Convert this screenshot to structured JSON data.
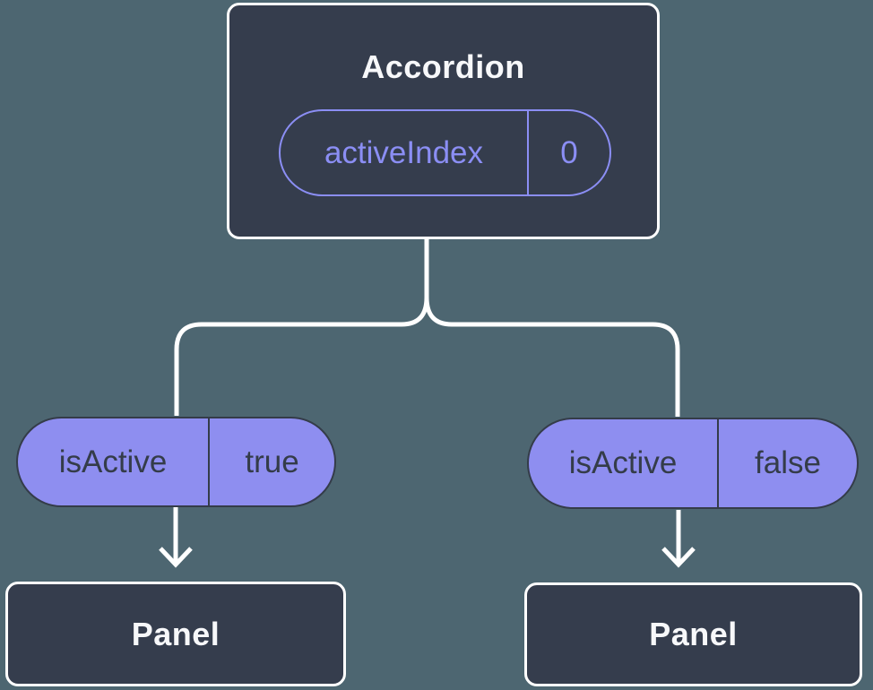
{
  "colors": {
    "background": "#4d6671",
    "node_fill": "#353d4d",
    "node_border": "#ffffff",
    "accent_purple": "#8b8ef4",
    "pill_fill": "#8e8ef0",
    "pill_text_dark": "#343c49",
    "text_light": "#f7f8fa",
    "connector": "#ffffff"
  },
  "diagram": {
    "root": {
      "title": "Accordion",
      "state": {
        "label": "activeIndex",
        "value": "0"
      }
    },
    "props": [
      {
        "label": "isActive",
        "value": "true"
      },
      {
        "label": "isActive",
        "value": "false"
      }
    ],
    "panels": [
      {
        "title": "Panel"
      },
      {
        "title": "Panel"
      }
    ]
  }
}
